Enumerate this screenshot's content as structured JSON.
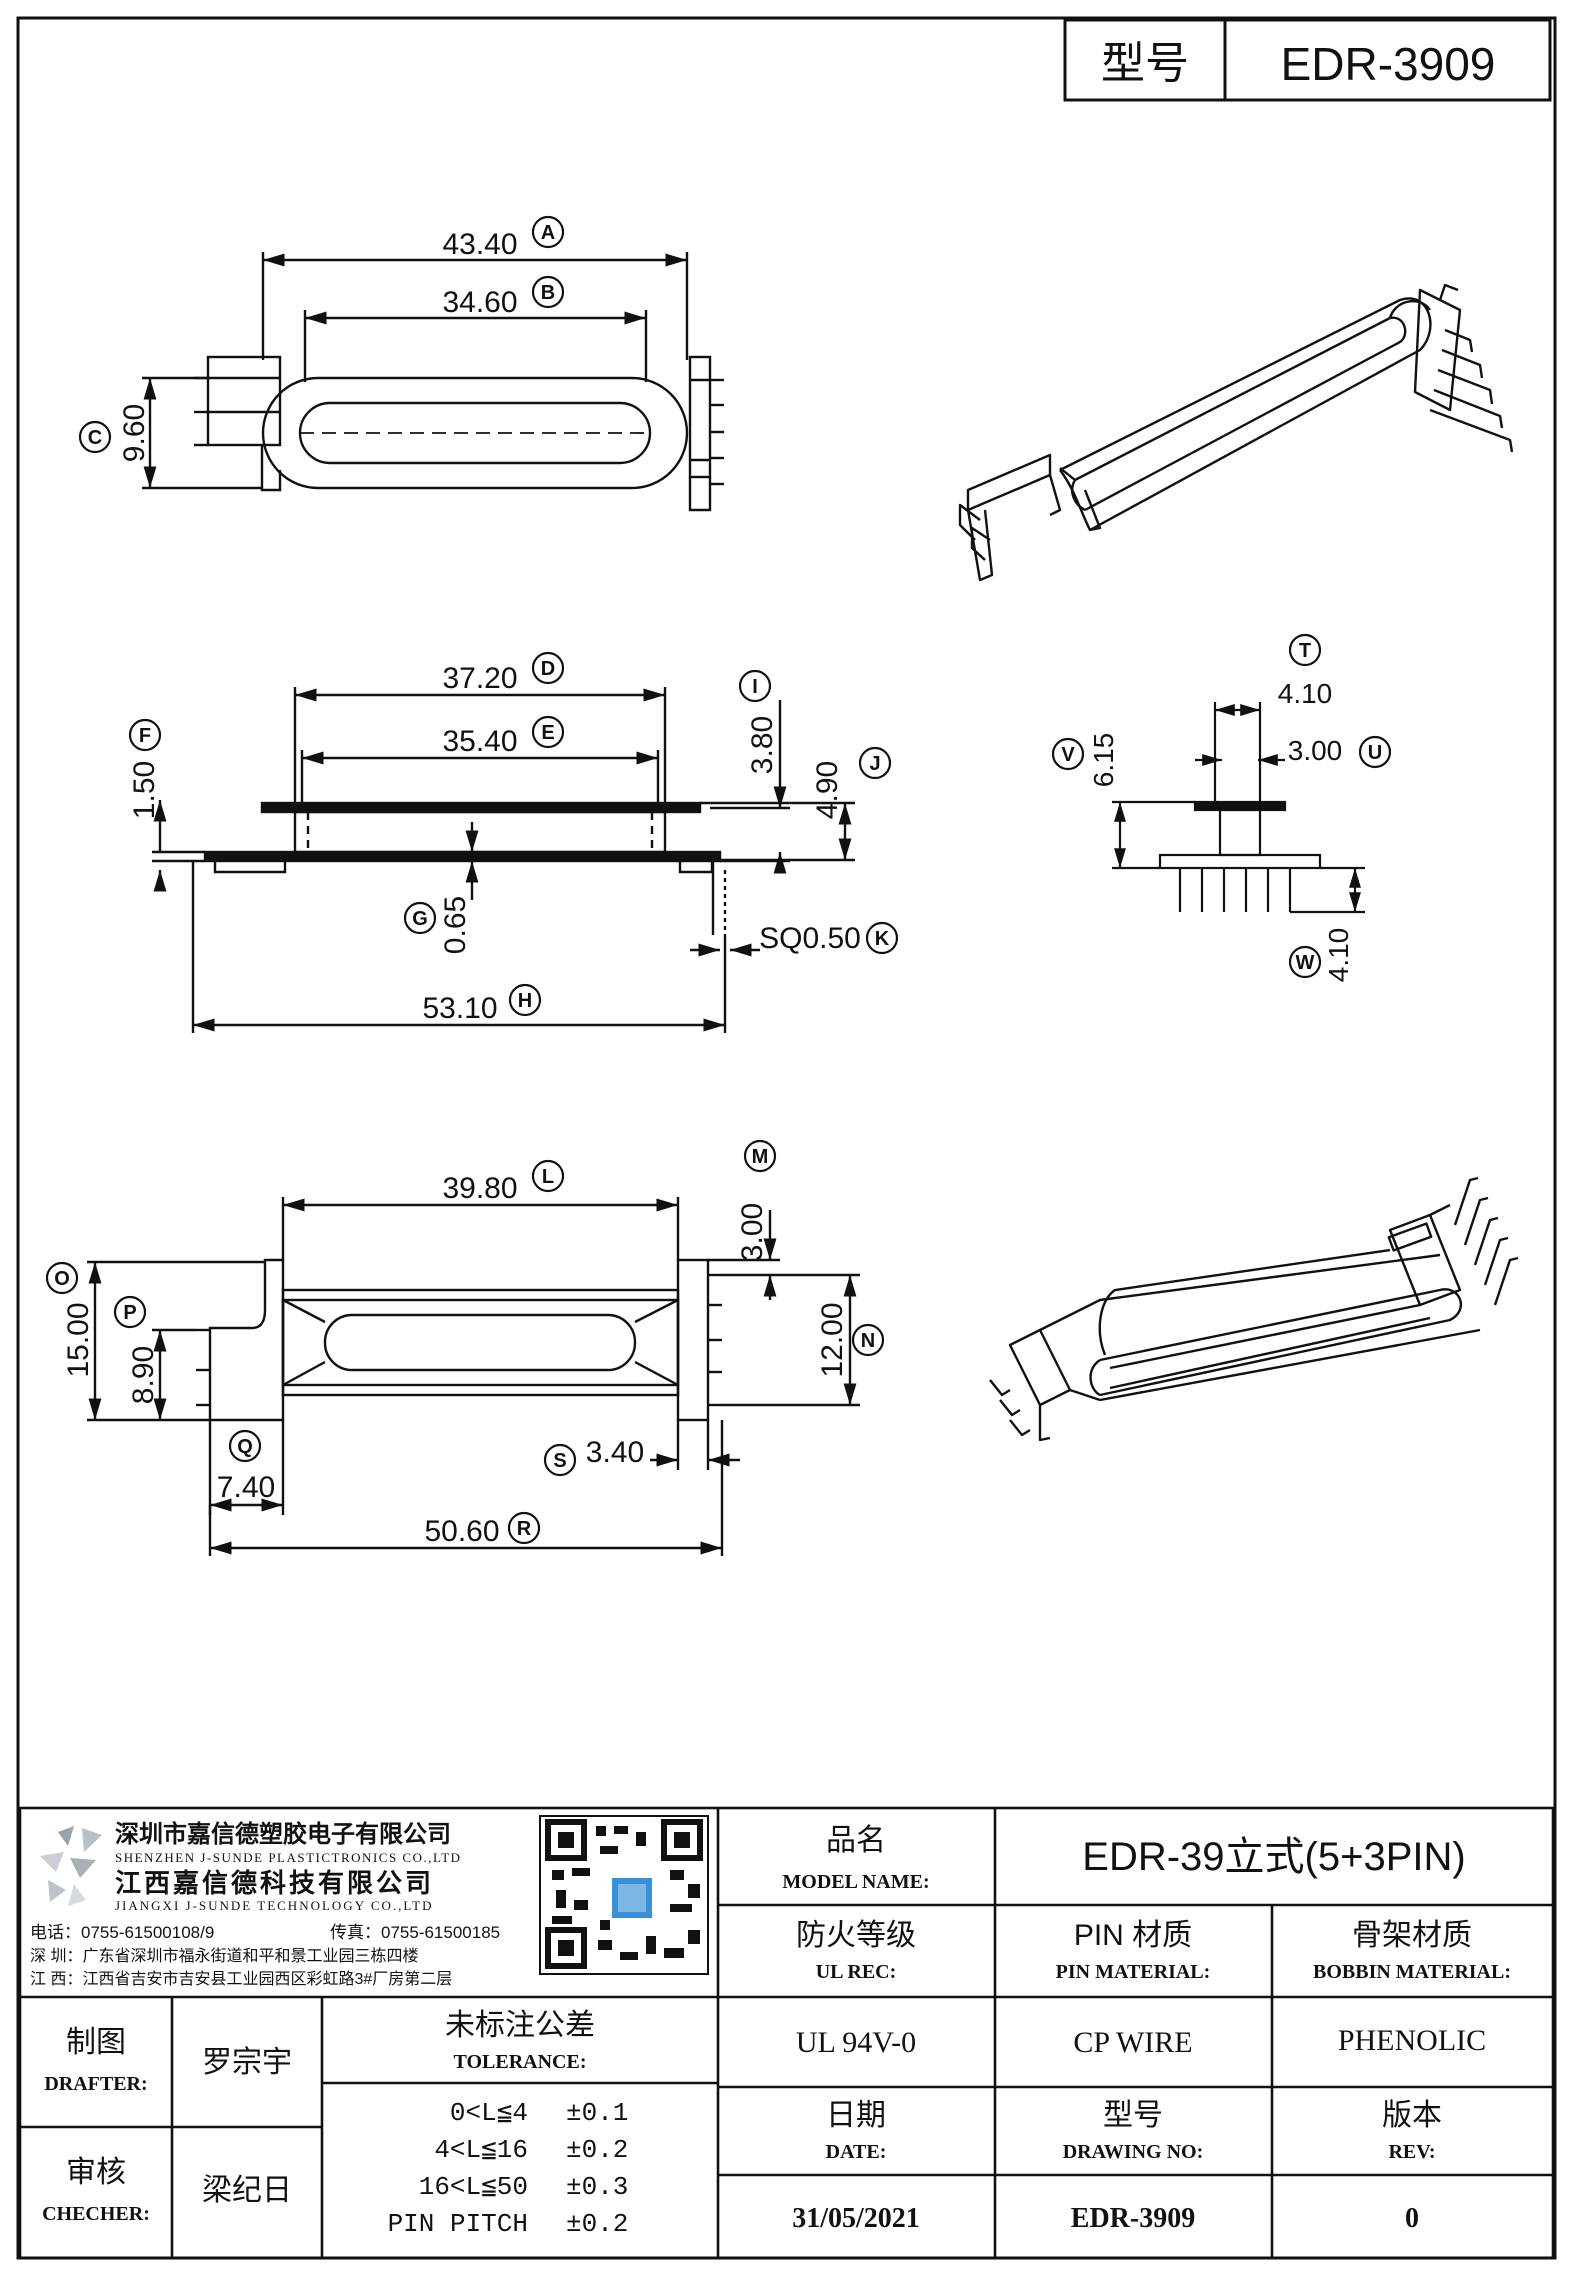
{
  "title_block_top": {
    "label": "型号",
    "value": "EDR-3909"
  },
  "dimensions": {
    "A": "43.40",
    "B": "34.60",
    "C": "9.60",
    "D": "37.20",
    "E": "35.40",
    "F": "1.50",
    "G": "0.65",
    "H": "53.10",
    "I": "3.80",
    "J": "4.90",
    "K": "SQ0.50",
    "L": "39.80",
    "M": "3.00",
    "N": "12.00",
    "O": "15.00",
    "P": "8.90",
    "Q": "7.40",
    "R": "50.60",
    "S": "3.40",
    "T": "4.10",
    "U": "3.00",
    "V": "6.15",
    "W": "4.10"
  },
  "company": {
    "name_cn_1": "深圳市嘉信德塑胶电子有限公司",
    "name_en_1": "SHENZHEN J-SUNDE PLASTICTRONICS CO.,LTD",
    "name_cn_2": "江西嘉信德科技有限公司",
    "name_en_2": "JIANGXI J-SUNDE TECHNOLOGY CO.,LTD",
    "phone": "电话：0755-61500108/9",
    "fax": "传真：0755-61500185",
    "addr_sz": "深 圳：广东省深圳市福永街道和平和景工业园三栋四楼",
    "addr_jx": "江 西：江西省吉安市吉安县工业园西区彩虹路3#厂房第二层"
  },
  "fields": {
    "model_name_cn": "品名",
    "model_name_en": "MODEL NAME:",
    "model_name_value": "EDR-39立式(5+3PIN)",
    "ul_cn": "防火等级",
    "ul_en": "UL REC:",
    "ul_value": "UL 94V-0",
    "pin_cn": "PIN 材质",
    "pin_en": "PIN MATERIAL:",
    "pin_value": "CP WIRE",
    "bobbin_cn": "骨架材质",
    "bobbin_en": "BOBBIN MATERIAL:",
    "bobbin_value": "PHENOLIC",
    "drafter_cn": "制图",
    "drafter_en": "DRAFTER:",
    "drafter_value": "罗宗宇",
    "checker_cn": "审核",
    "checker_en": "CHECHER:",
    "checker_value": "梁纪日",
    "tolerance_cn": "未标注公差",
    "tolerance_en": "TOLERANCE:",
    "tolerance_rows": [
      {
        "range": "0<L≦4",
        "value": "±0.1"
      },
      {
        "range": "4<L≦16",
        "value": "±0.2"
      },
      {
        "range": "16<L≦50",
        "value": "±0.3"
      },
      {
        "range": "PIN PITCH",
        "value": "±0.2"
      }
    ],
    "date_cn": "日期",
    "date_en": "DATE:",
    "date_value": "31/05/2021",
    "drawing_cn": "型号",
    "drawing_en": "DRAWING NO:",
    "drawing_value": "EDR-3909",
    "rev_cn": "版本",
    "rev_en": "REV:",
    "rev_value": "0"
  }
}
